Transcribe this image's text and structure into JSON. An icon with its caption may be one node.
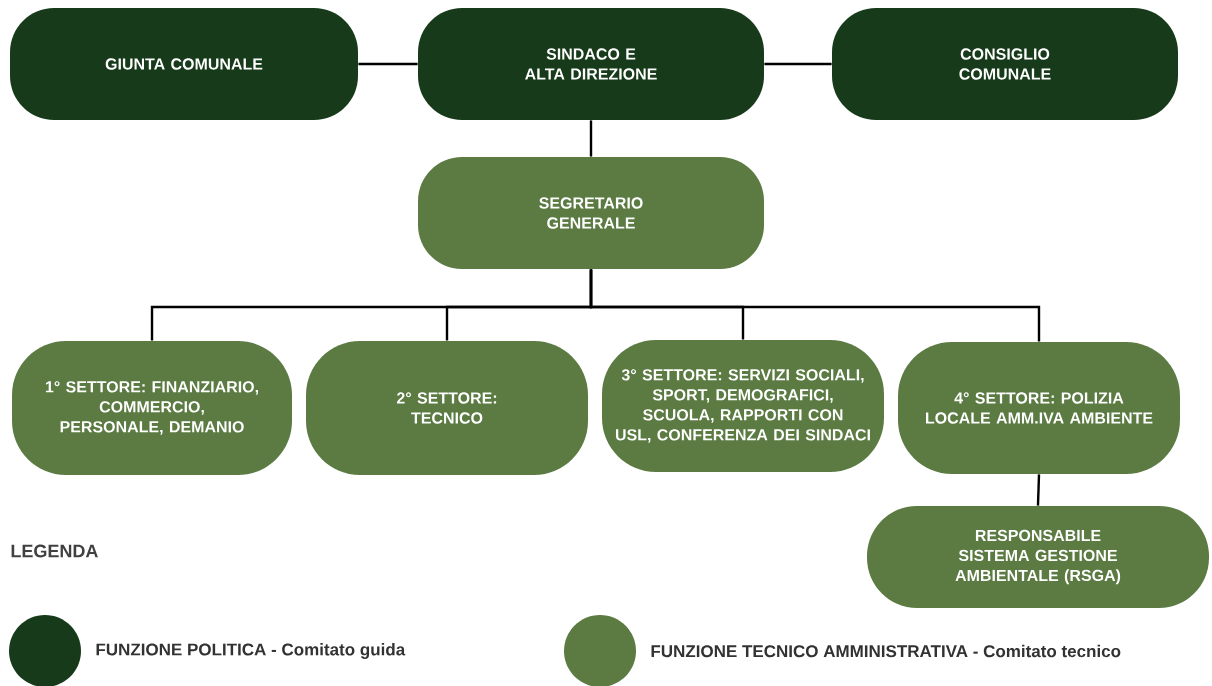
{
  "diagram": {
    "nodes": [
      {
        "text": [
          "GIUNTA COMUNALE"
        ]
      },
      {
        "text": [
          "SINDACO E ALTA DIREZIONE"
        ]
      },
      {
        "text": [
          "CONSIGLIO COMUNALE"
        ]
      },
      {
        "text": [
          "SEGRETARIO GENERALE"
        ]
      },
      {
        "text": [
          "1° SETTORE: FINANZIARIO, COMMERCIO, PERSONALE, DEMANIO"
        ]
      },
      {
        "text": [
          "2° SETTORE: TECNICO"
        ]
      },
      {
        "text": [
          "3° SETTORE: SERVIZI SOCIALI, SPORT, DEMOGRAFICI, SCUOLA, RAPPORTI CON USL, CONFERENZA DEI SINDACI"
        ]
      },
      {
        "text": [
          "4° SETTORE: POLIZIA LOCALE AMM.IVA AMBIENTE"
        ]
      },
      {
        "text": [
          "RESPONSABILE SISTEMA GESTIONE AMBIENTALE (RSGA)"
        ]
      }
    ],
    "edges": [
      {
        "from": 1,
        "to": 0,
        "arrow": "none"
      },
      {
        "from": 1,
        "to": 2,
        "arrow": "none"
      },
      {
        "from": 1,
        "to": 3,
        "arrow": "none"
      },
      {
        "from": 3,
        "to": 4,
        "arrow": "none"
      },
      {
        "from": 3,
        "to": 5,
        "arrow": "none"
      },
      {
        "from": 3,
        "to": 6,
        "arrow": "none"
      },
      {
        "from": 3,
        "to": 7,
        "arrow": "none"
      },
      {
        "from": 7,
        "to": 8,
        "arrow": "none"
      }
    ],
    "labels": [
      "LEGENDA"
    ],
    "legend": [
      {
        "text": "FUNZIONE POLITICA - Comitato guida",
        "color": "#173b1a"
      },
      {
        "text": "FUNZIONE TECNICO AMMINISTRATIVA - Comitato tecnico",
        "color": "#5b7b42"
      }
    ]
  }
}
